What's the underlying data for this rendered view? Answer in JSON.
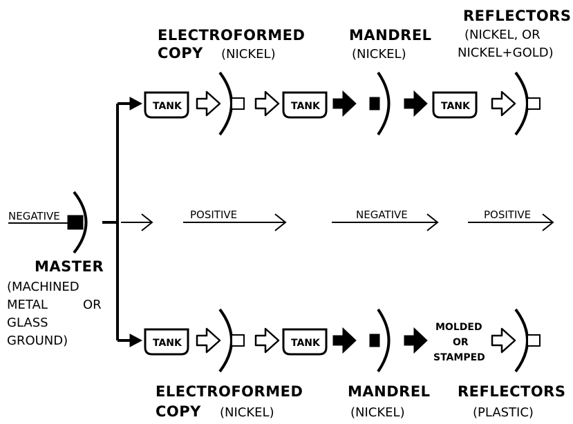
{
  "top": {
    "electroformed_title": "ELECTROFORMED",
    "electroformed_copy": "COPY",
    "electroformed_material": "(NICKEL)",
    "mandrel_title": "MANDREL",
    "mandrel_material": "(NICKEL)",
    "reflectors_title": "REFLECTORS",
    "reflectors_line1": "(NICKEL, OR",
    "reflectors_line2": "NICKEL+GOLD)"
  },
  "bottom": {
    "electroformed_title": "ELECTROFORMED",
    "electroformed_copy": "COPY",
    "electroformed_material": "(NICKEL)",
    "mandrel_title": "MANDREL",
    "mandrel_material": "(NICKEL)",
    "reflectors_title": "REFLECTORS",
    "reflectors_material": "(PLASTIC)",
    "molded_line1": "MOLDED",
    "molded_line2": "OR",
    "molded_line3": "STAMPED"
  },
  "tank_label": "TANK",
  "middle": {
    "negative_left": "NEGATIVE",
    "positive_1": "POSITIVE",
    "negative_2": "NEGATIVE",
    "positive_3": "POSITIVE"
  },
  "master": {
    "title": "MASTER",
    "line1": "(MACHINED",
    "line2": "METAL",
    "line2b": "OR",
    "line3": "GLASS",
    "line4": "GROUND)"
  }
}
